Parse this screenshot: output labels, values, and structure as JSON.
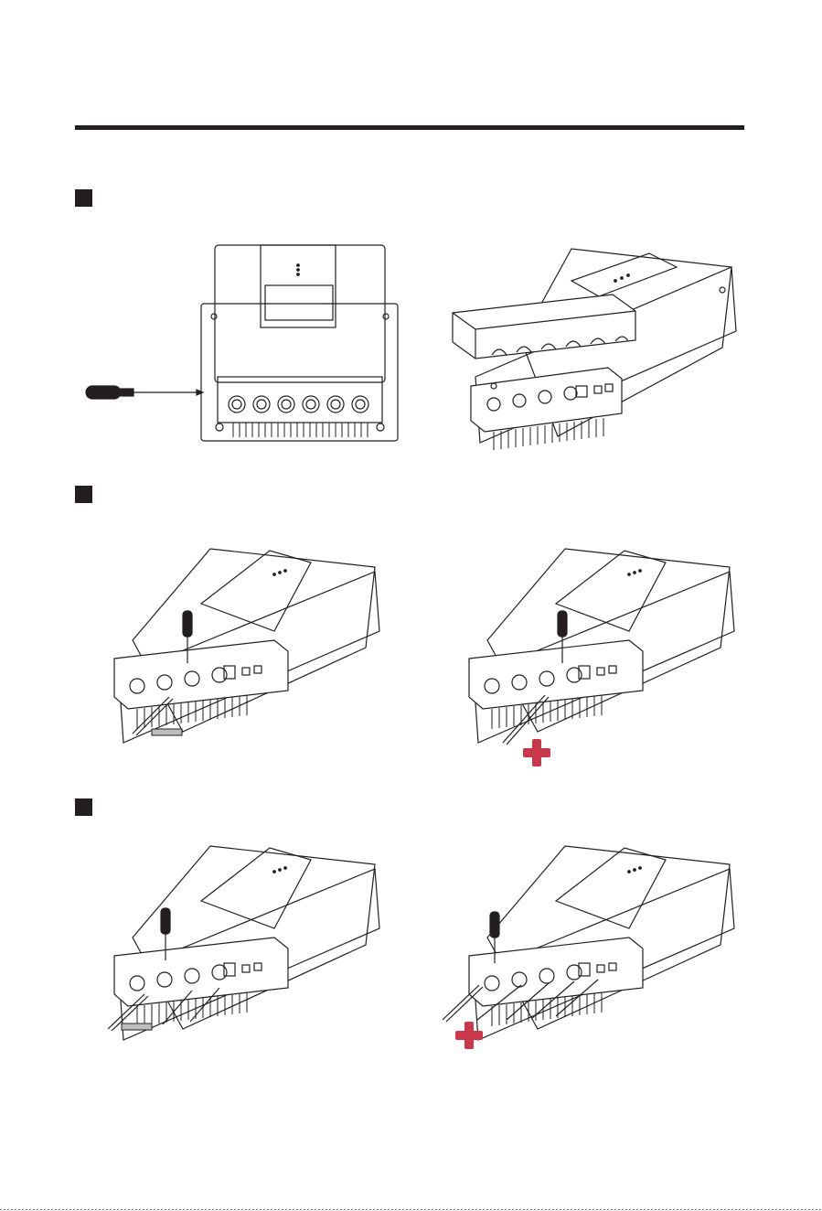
{
  "page": {
    "steps": [
      {
        "marker": "step-1-marker",
        "panels": [
          "front-view-screwdriver",
          "cover-removed"
        ]
      },
      {
        "marker": "step-2-marker",
        "panels": [
          "negative-battery-cable",
          "positive-battery-cable"
        ]
      },
      {
        "marker": "step-3-marker",
        "panels": [
          "negative-pv-cable",
          "positive-pv-cable"
        ]
      }
    ],
    "colors": {
      "ink": "#231f20",
      "plus_sign": "#c8384a",
      "minus_bar": "#bdbdbd"
    },
    "icons": [
      "screwdriver-icon",
      "plus-sign-icon",
      "minus-sign-icon"
    ]
  }
}
